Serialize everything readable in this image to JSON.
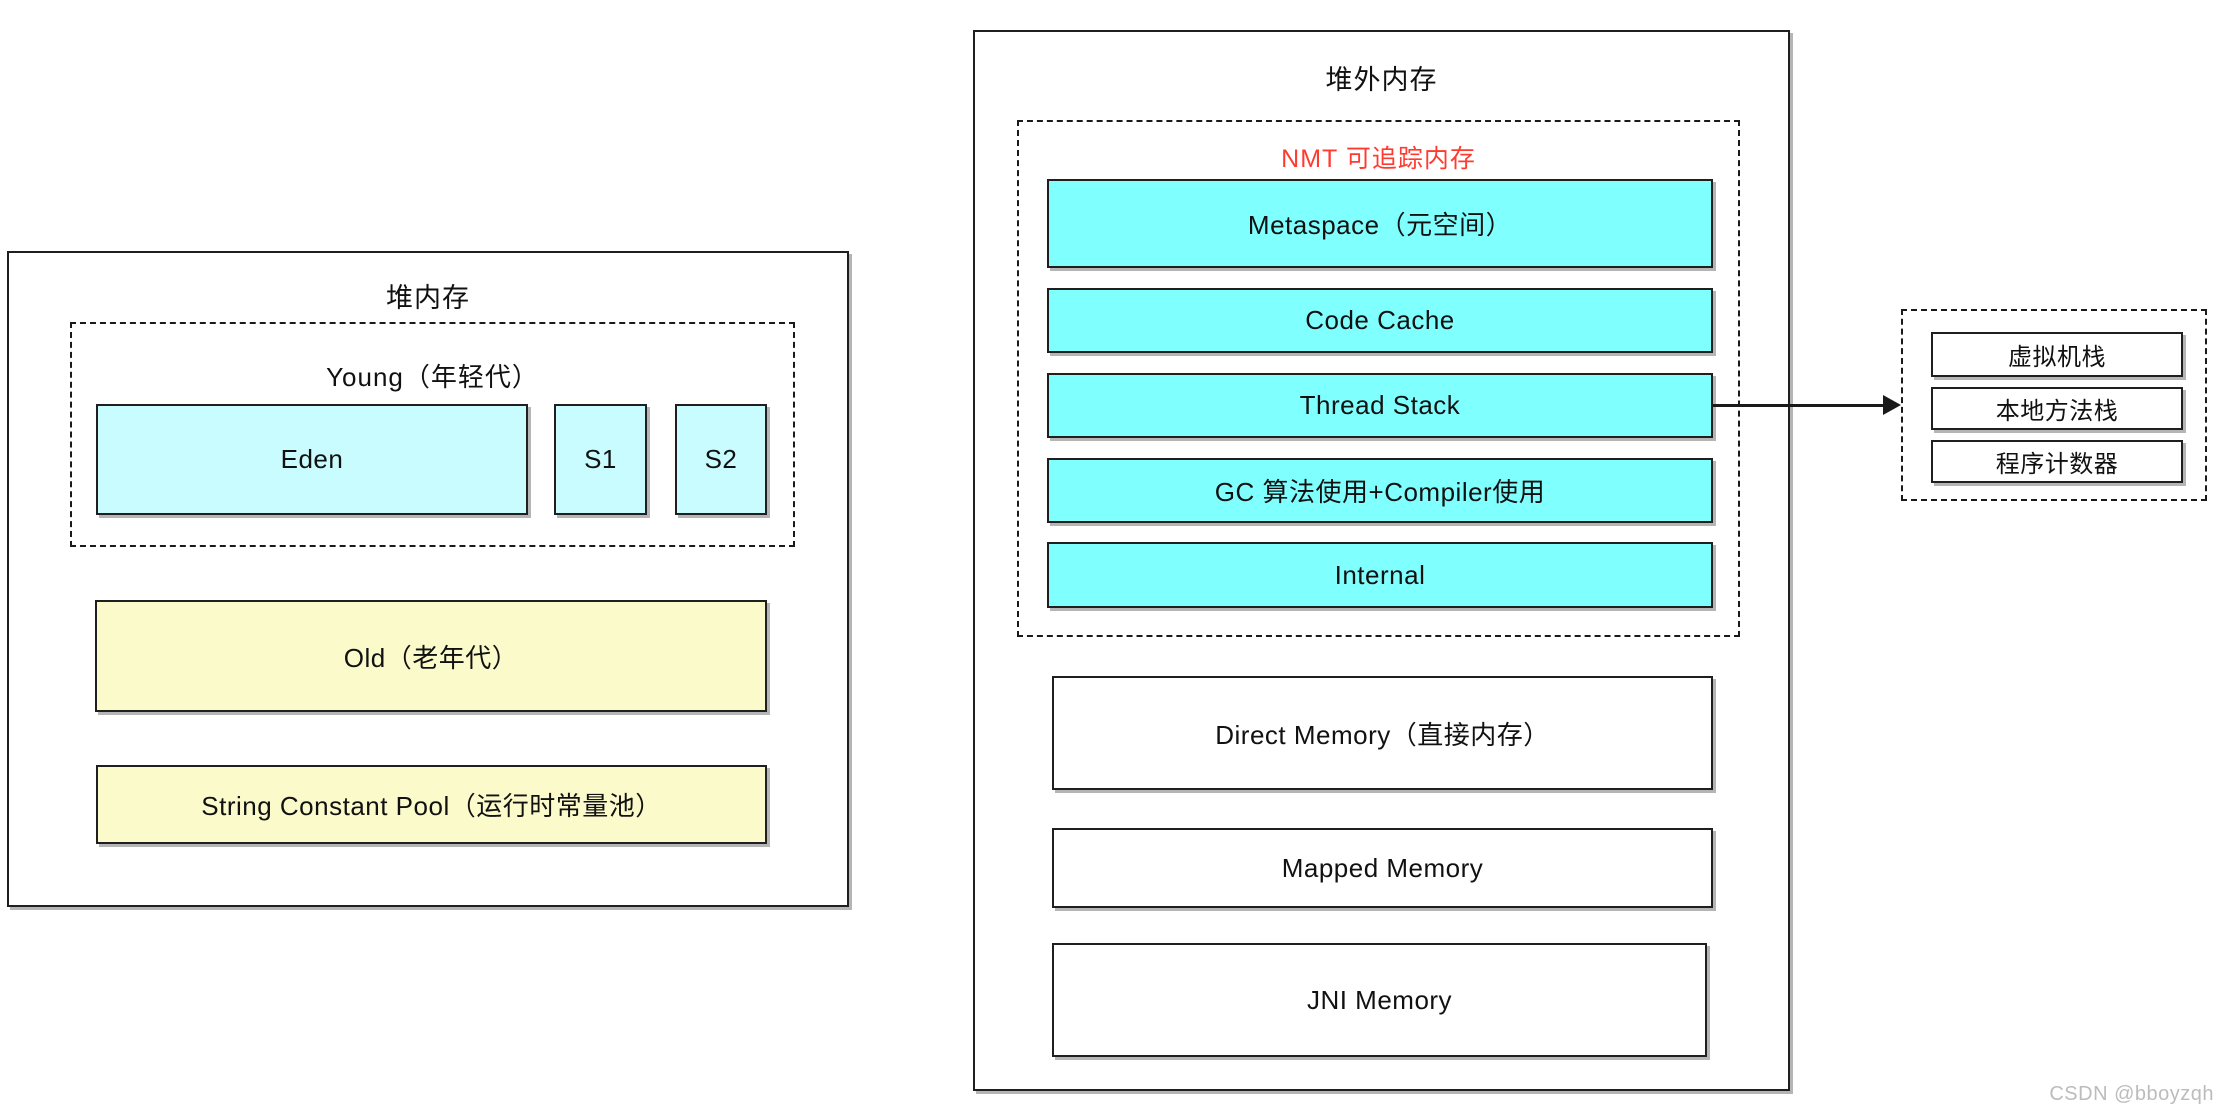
{
  "diagram": {
    "heap": {
      "title": "堆内存",
      "young": {
        "title": "Young（年轻代）",
        "regions": [
          "Eden",
          "S1",
          "S2"
        ]
      },
      "old_label": "Old（老年代）",
      "string_pool_label": "String Constant Pool（运行时常量池）"
    },
    "offheap": {
      "title": "堆外内存",
      "nmt": {
        "title": "NMT 可追踪内存",
        "regions": [
          "Metaspace（元空间）",
          "Code Cache",
          "Thread Stack",
          "GC 算法使用+Compiler使用",
          "Internal"
        ]
      },
      "others": [
        "Direct Memory（直接内存）",
        "Mapped Memory",
        "JNI Memory"
      ]
    },
    "thread_detail": {
      "regions": [
        "虚拟机栈",
        "本地方法栈",
        "程序计数器"
      ]
    },
    "watermark": "CSDN @bboyzqh",
    "colors": {
      "cyan_bright": "#80FFFF",
      "cyan_light": "#C9FCFF",
      "yellow_pale": "#FBFACB",
      "nmt_title_red": "#FF3B30",
      "border": "#1F1F1F",
      "watermark_gray": "#BCBCBC"
    }
  }
}
